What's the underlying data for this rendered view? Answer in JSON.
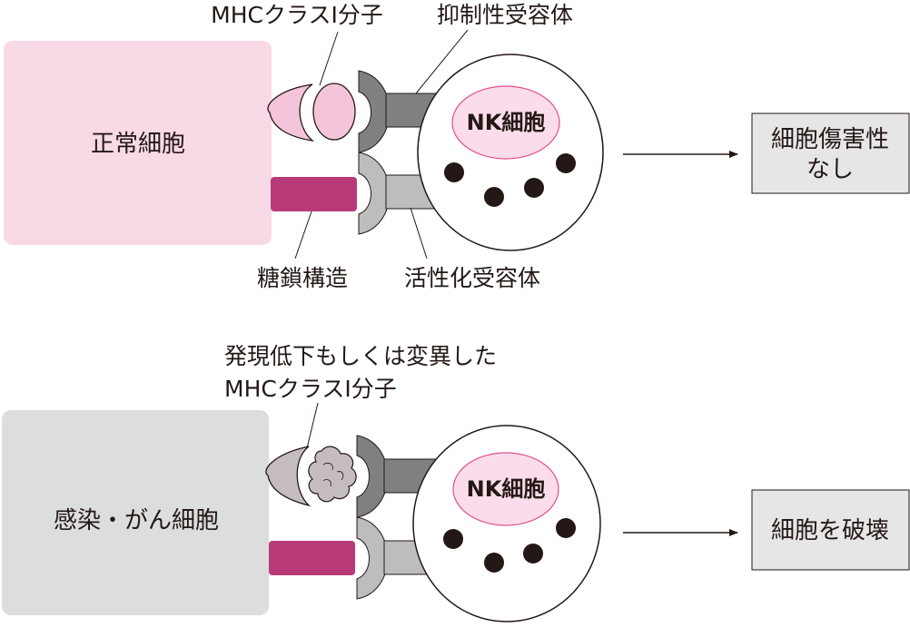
{
  "colors": {
    "normal_cell": "#f8d9e6",
    "infected_cell": "#dcdddd",
    "mhc_normal": "#f4c5da",
    "mhc_altered": "#c5bcbf",
    "glycan": "#b83a78",
    "receptor_dark": "#808080",
    "receptor_light": "#bdbdbd",
    "nk_nucleus_fill": "#fadcea",
    "nk_nucleus_stroke": "#e0508c",
    "granule": "#231815",
    "result_box": "#e6e6e6"
  },
  "top_panel": {
    "cell_label": "正常細胞",
    "mhc_label": "MHCクラスⅠ分子",
    "inhibitory_label": "抑制性受容体",
    "glycan_label": "糖鎖構造",
    "activating_label": "活性化受容体",
    "nk_label": "NK細胞",
    "result_line1": "細胞傷害性",
    "result_line2": "なし"
  },
  "bottom_panel": {
    "cell_label": "感染・がん細胞",
    "mhc_label_line1": "発現低下もしくは変異した",
    "mhc_label_line2": "MHCクラスⅠ分子",
    "nk_label": "NK細胞",
    "result_label": "細胞を破壊"
  }
}
